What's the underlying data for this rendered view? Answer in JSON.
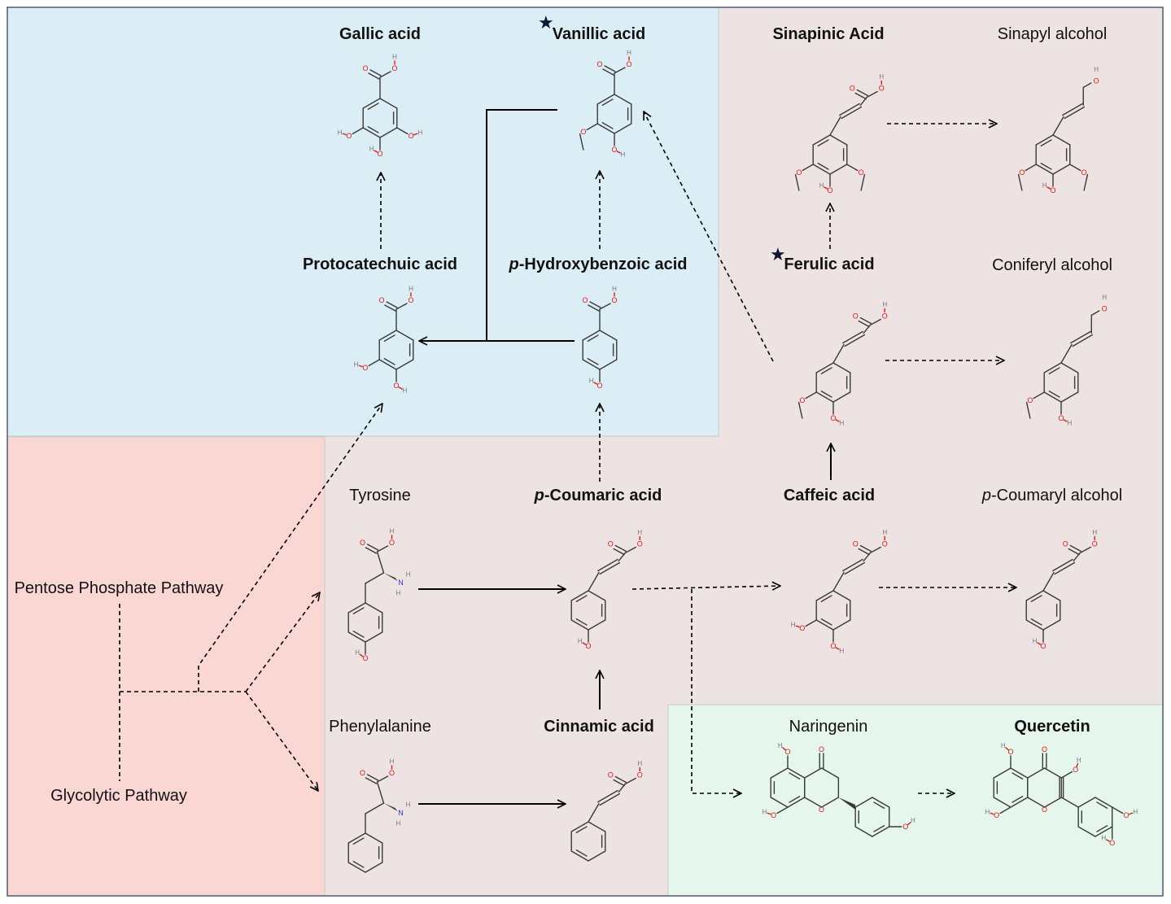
{
  "colors": {
    "phenolic_acid_region": "#dbeef5",
    "pathway_region": "#ede3e3",
    "precursor_region": "#fbd7d3",
    "flavonoid_region": "#e5f6ec",
    "bond": "#3a3a3a",
    "oxygen": "#e01818",
    "nitrogen": "#2233dd",
    "hydrogen": "#777777",
    "arrow": "#000000",
    "star": "#0d1530"
  },
  "pathways": {
    "pentose": "Pentose Phosphate Pathway",
    "glycolytic": "Glycolytic Pathway"
  },
  "compounds": {
    "gallic": {
      "name": "Gallic acid"
    },
    "vanillic": {
      "name": "Vanillic acid",
      "starred": true
    },
    "sinapinic": {
      "name": "Sinapinic Acid"
    },
    "sinapyl": {
      "name": "Sinapyl alcohol"
    },
    "protocatechuic": {
      "name": "Protocatechuic acid"
    },
    "hydroxybenzoic": {
      "name_prefix": "p",
      "name": "-Hydroxybenzoic acid"
    },
    "ferulic": {
      "name": "Ferulic acid",
      "starred": true
    },
    "coniferyl": {
      "name": "Coniferyl alcohol"
    },
    "tyrosine": {
      "name": "Tyrosine"
    },
    "coumaric": {
      "name_prefix": "p",
      "name": "-Coumaric acid"
    },
    "caffeic": {
      "name": "Caffeic acid"
    },
    "coumaryl": {
      "name_prefix": "p",
      "name": "-Coumaryl alcohol"
    },
    "phenylalanine": {
      "name": "Phenylalanine"
    },
    "cinnamic": {
      "name": "Cinnamic acid"
    },
    "naringenin": {
      "name": "Naringenin"
    },
    "quercetin": {
      "name": "Quercetin"
    }
  },
  "atoms": {
    "oxygen": "O",
    "hydrogen": "H",
    "nitrogen": "N"
  },
  "star_symbol": "★"
}
